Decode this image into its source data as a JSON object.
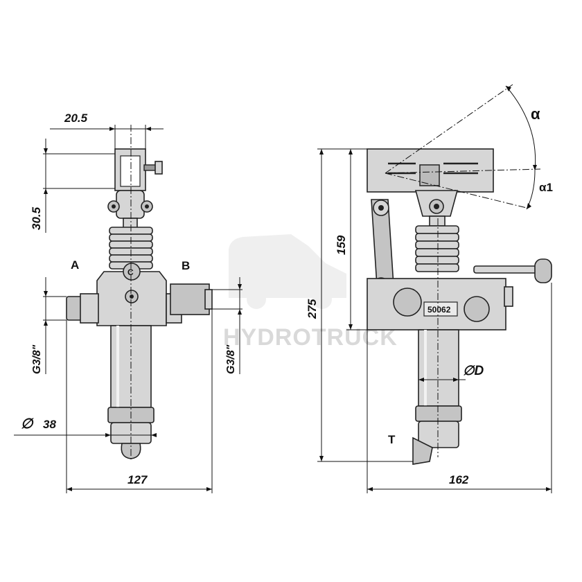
{
  "watermark": {
    "brand": "HYDROTRUCK"
  },
  "left_view": {
    "dim_top_width": "20.5",
    "dim_vertical": "30.5",
    "port_a": "A",
    "port_b": "B",
    "center_mark": "C",
    "thread_left": "G3/8\"",
    "thread_right": "G3/8\"",
    "diameter_symbol": "∅",
    "diameter_value": "38",
    "dim_total_width": "127"
  },
  "right_view": {
    "angle_main": "α",
    "angle_secondary": "α1",
    "dim_inner_height": "159",
    "dim_total_height": "275",
    "serial": "50062",
    "bore_label": "∅D",
    "tank_port": "T",
    "dim_total_width": "162"
  }
}
